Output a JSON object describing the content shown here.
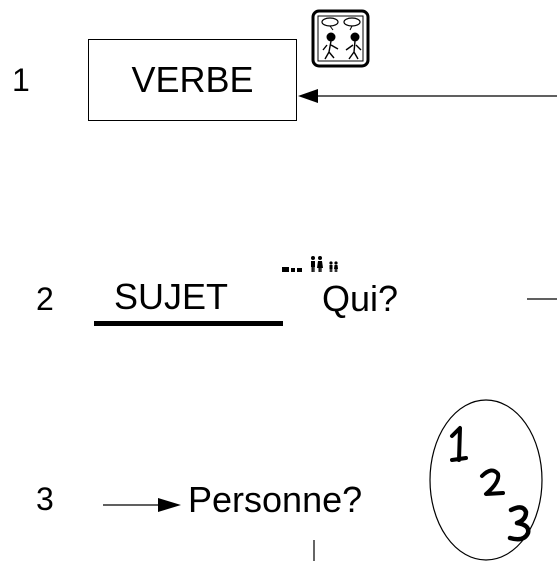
{
  "step1": {
    "number": "1",
    "label": "VERBE",
    "icon": "two-people-talking-icon"
  },
  "step2": {
    "number": "2",
    "label": "SUJET",
    "question": "Qui?",
    "icon": "family-people-icon"
  },
  "step3": {
    "number": "3",
    "label": "Personne?",
    "icon": "handwritten-123-oval",
    "oval_digits": [
      "1",
      "2",
      "3"
    ]
  }
}
